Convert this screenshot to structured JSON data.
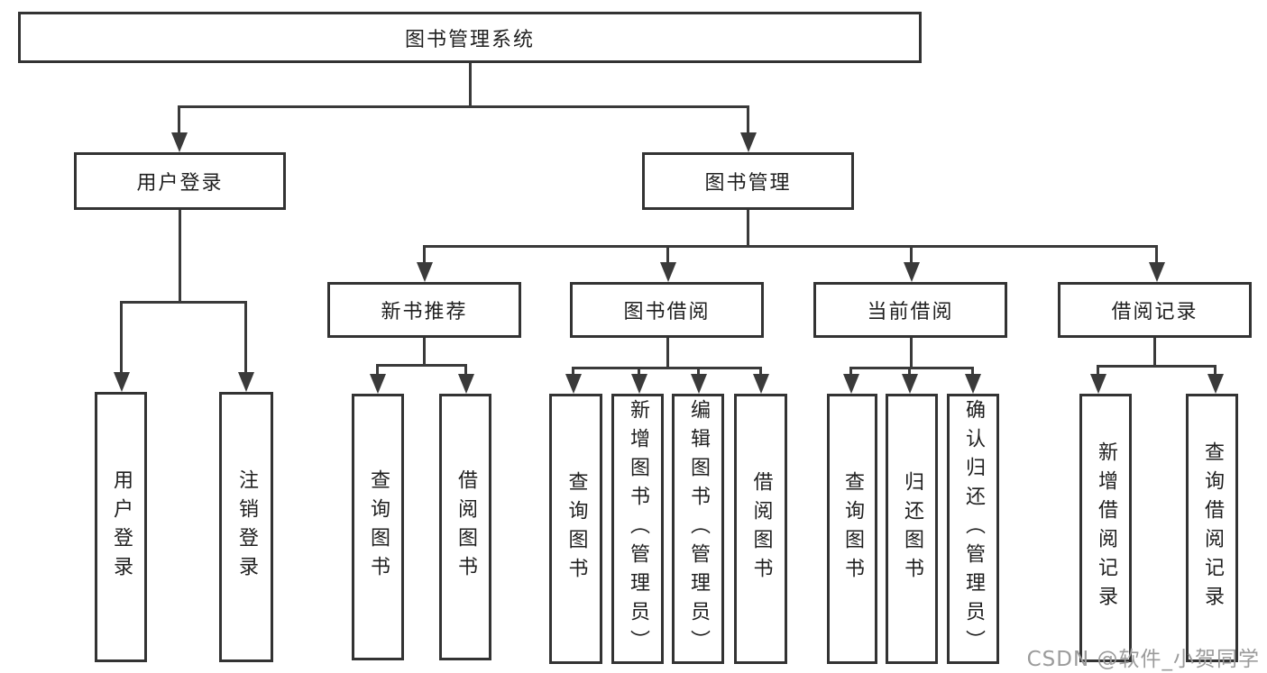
{
  "nodes": {
    "root": "图书管理系统",
    "level1": {
      "user_login": "用户登录",
      "book_management": "图书管理"
    },
    "level2": {
      "new_book_recommend": "新书推荐",
      "book_borrow": "图书借阅",
      "current_borrow": "当前借阅",
      "borrow_records": "借阅记录"
    },
    "leaves": {
      "user_login": "用户登录",
      "logout": "注销登录",
      "nbr_query": "查询图书",
      "nbr_borrow": "借阅图书",
      "bb_query": "查询图书",
      "bb_add": "新增图书（管理员）",
      "bb_edit": "编辑图书（管理员）",
      "bb_borrow": "借阅图书",
      "cb_query": "查询图书",
      "cb_return": "归还图书",
      "cb_confirm": "确认归还（管理员）",
      "br_add": "新增借阅记录",
      "br_query": "查询借阅记录"
    }
  },
  "watermark": "CSDN @软件_小贺同学",
  "colors": {
    "line": "#3a3a3a",
    "border": "#333333",
    "text": "#1f1f1f",
    "watermark": "#9b9b9b",
    "background": "#ffffff"
  }
}
